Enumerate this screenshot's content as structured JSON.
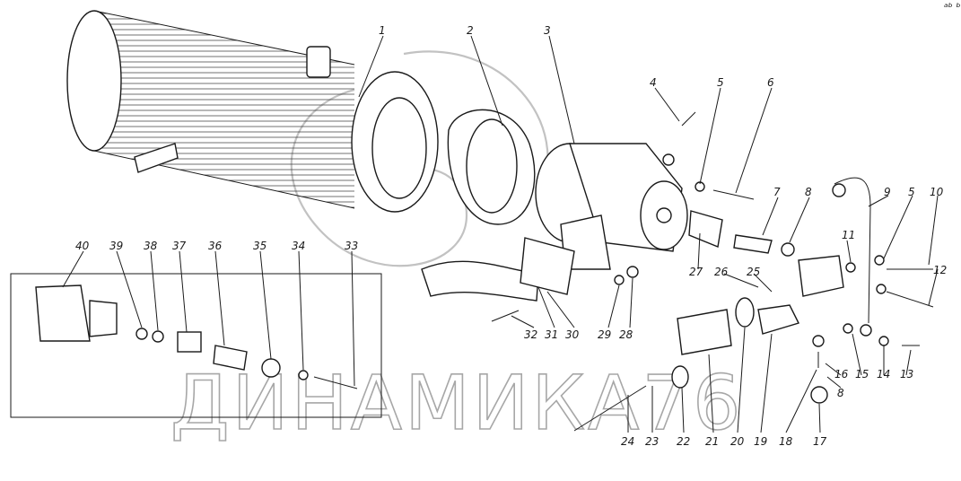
{
  "corner_mark": "ᵃᵇ ᵇᵇᵇ",
  "watermark": "ДИНАМИКА76",
  "callouts": [
    {
      "id": "c1",
      "label": "1"
    },
    {
      "id": "c2",
      "label": "2"
    },
    {
      "id": "c3",
      "label": "3"
    },
    {
      "id": "c4",
      "label": "4"
    },
    {
      "id": "c5a",
      "label": "5"
    },
    {
      "id": "c6",
      "label": "6"
    },
    {
      "id": "c7",
      "label": "7"
    },
    {
      "id": "c8a",
      "label": "8"
    },
    {
      "id": "c9",
      "label": "9"
    },
    {
      "id": "c5b",
      "label": "5"
    },
    {
      "id": "c10",
      "label": "10"
    },
    {
      "id": "c11",
      "label": "11"
    },
    {
      "id": "c12",
      "label": "12"
    },
    {
      "id": "c25",
      "label": "25"
    },
    {
      "id": "c26",
      "label": "26"
    },
    {
      "id": "c27",
      "label": "27"
    },
    {
      "id": "c28",
      "label": "28"
    },
    {
      "id": "c29",
      "label": "29"
    },
    {
      "id": "c30",
      "label": "30"
    },
    {
      "id": "c31",
      "label": "31"
    },
    {
      "id": "c32",
      "label": "32"
    },
    {
      "id": "c40",
      "label": "40"
    },
    {
      "id": "c39",
      "label": "39"
    },
    {
      "id": "c38",
      "label": "38"
    },
    {
      "id": "c37",
      "label": "37"
    },
    {
      "id": "c36",
      "label": "36"
    },
    {
      "id": "c35",
      "label": "35"
    },
    {
      "id": "c34",
      "label": "34"
    },
    {
      "id": "c33",
      "label": "33"
    },
    {
      "id": "c24",
      "label": "24"
    },
    {
      "id": "c23",
      "label": "23"
    },
    {
      "id": "c22",
      "label": "22"
    },
    {
      "id": "c21",
      "label": "21"
    },
    {
      "id": "c20",
      "label": "20"
    },
    {
      "id": "c19",
      "label": "19"
    },
    {
      "id": "c18",
      "label": "18"
    },
    {
      "id": "c17",
      "label": "17"
    },
    {
      "id": "c16",
      "label": "16"
    },
    {
      "id": "c8b",
      "label": "8"
    },
    {
      "id": "c15",
      "label": "15"
    },
    {
      "id": "c14",
      "label": "14"
    },
    {
      "id": "c13",
      "label": "13"
    }
  ]
}
